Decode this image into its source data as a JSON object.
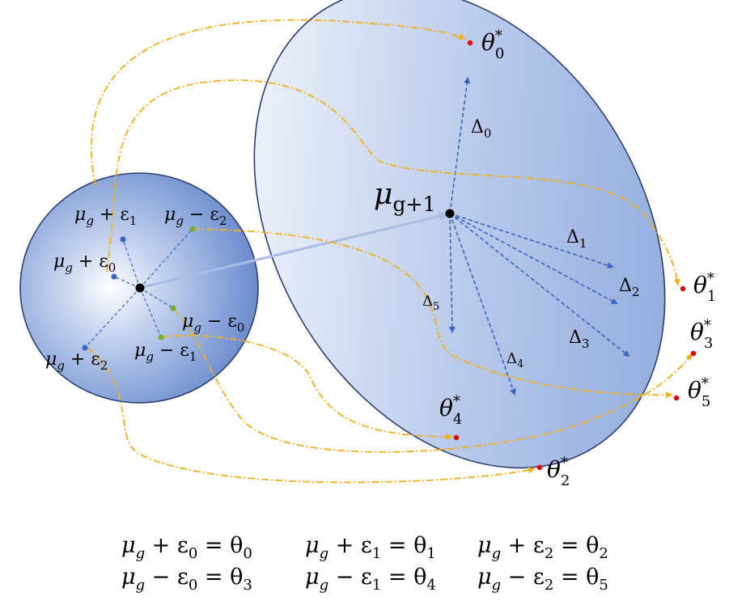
{
  "colors": {
    "circle_fill": "#6f8fcf",
    "circle_stroke": "#2b3f72",
    "ellipse_fill": "#8aa6db",
    "ellipse_stroke": "#2b3f72",
    "dashed_blue": "#3a63c4",
    "dashdot_orange": "#f2b01e",
    "move_arrow": "#a9bde6",
    "center_point": "#000000",
    "plus_point": "#3a63c4",
    "minus_point": "#74ad3e",
    "target_point": "#e00000"
  },
  "labels": {
    "mu_next": {
      "base": "μ",
      "sub": "g+1"
    },
    "left_circle": {
      "mu_plus_eps1": {
        "base": "μ",
        "sub": "g",
        "op": " + ε",
        "idx": "1"
      },
      "mu_minus_eps2": {
        "base": "μ",
        "sub": "g",
        "op": " − ε",
        "idx": "2"
      },
      "mu_plus_eps0": {
        "base": "μ",
        "sub": "g",
        "op": " + ε",
        "idx": "0"
      },
      "mu_minus_eps0": {
        "base": "μ",
        "sub": "g",
        "op": " − ε",
        "idx": "0"
      },
      "mu_minus_eps1": {
        "base": "μ",
        "sub": "g",
        "op": " − ε",
        "idx": "1"
      },
      "mu_plus_eps2": {
        "base": "μ",
        "sub": "g",
        "op": " + ε",
        "idx": "2"
      }
    },
    "deltas": [
      {
        "base": "Δ",
        "idx": "0"
      },
      {
        "base": "Δ",
        "idx": "1"
      },
      {
        "base": "Δ",
        "idx": "2"
      },
      {
        "base": "Δ",
        "idx": "3"
      },
      {
        "base": "Δ",
        "idx": "4"
      },
      {
        "base": "Δ",
        "idx": "5"
      }
    ],
    "thetas": [
      {
        "base": "θ",
        "idx": "0",
        "sup": "*"
      },
      {
        "base": "θ",
        "idx": "1",
        "sup": "*"
      },
      {
        "base": "θ",
        "idx": "2",
        "sup": "*"
      },
      {
        "base": "θ",
        "idx": "3",
        "sup": "*"
      },
      {
        "base": "θ",
        "idx": "4",
        "sup": "*"
      },
      {
        "base": "θ",
        "idx": "5",
        "sup": "*"
      }
    ]
  },
  "equations": {
    "row1": [
      {
        "lhs_base": "μ",
        "lhs_sub": "g",
        "op": " + ε",
        "eps": "0",
        "rhs": " = θ",
        "theta": "0"
      },
      {
        "lhs_base": "μ",
        "lhs_sub": "g",
        "op": " + ε",
        "eps": "1",
        "rhs": " = θ",
        "theta": "1"
      },
      {
        "lhs_base": "μ",
        "lhs_sub": "g",
        "op": " + ε",
        "eps": "2",
        "rhs": " = θ",
        "theta": "2"
      }
    ],
    "row2": [
      {
        "lhs_base": "μ",
        "lhs_sub": "g",
        "op": " − ε",
        "eps": "0",
        "rhs": " = θ",
        "theta": "3"
      },
      {
        "lhs_base": "μ",
        "lhs_sub": "g",
        "op": " − ε",
        "eps": "1",
        "rhs": " = θ",
        "theta": "4"
      },
      {
        "lhs_base": "μ",
        "lhs_sub": "g",
        "op": " − ε",
        "eps": "2",
        "rhs": " = θ",
        "theta": "5"
      }
    ]
  }
}
